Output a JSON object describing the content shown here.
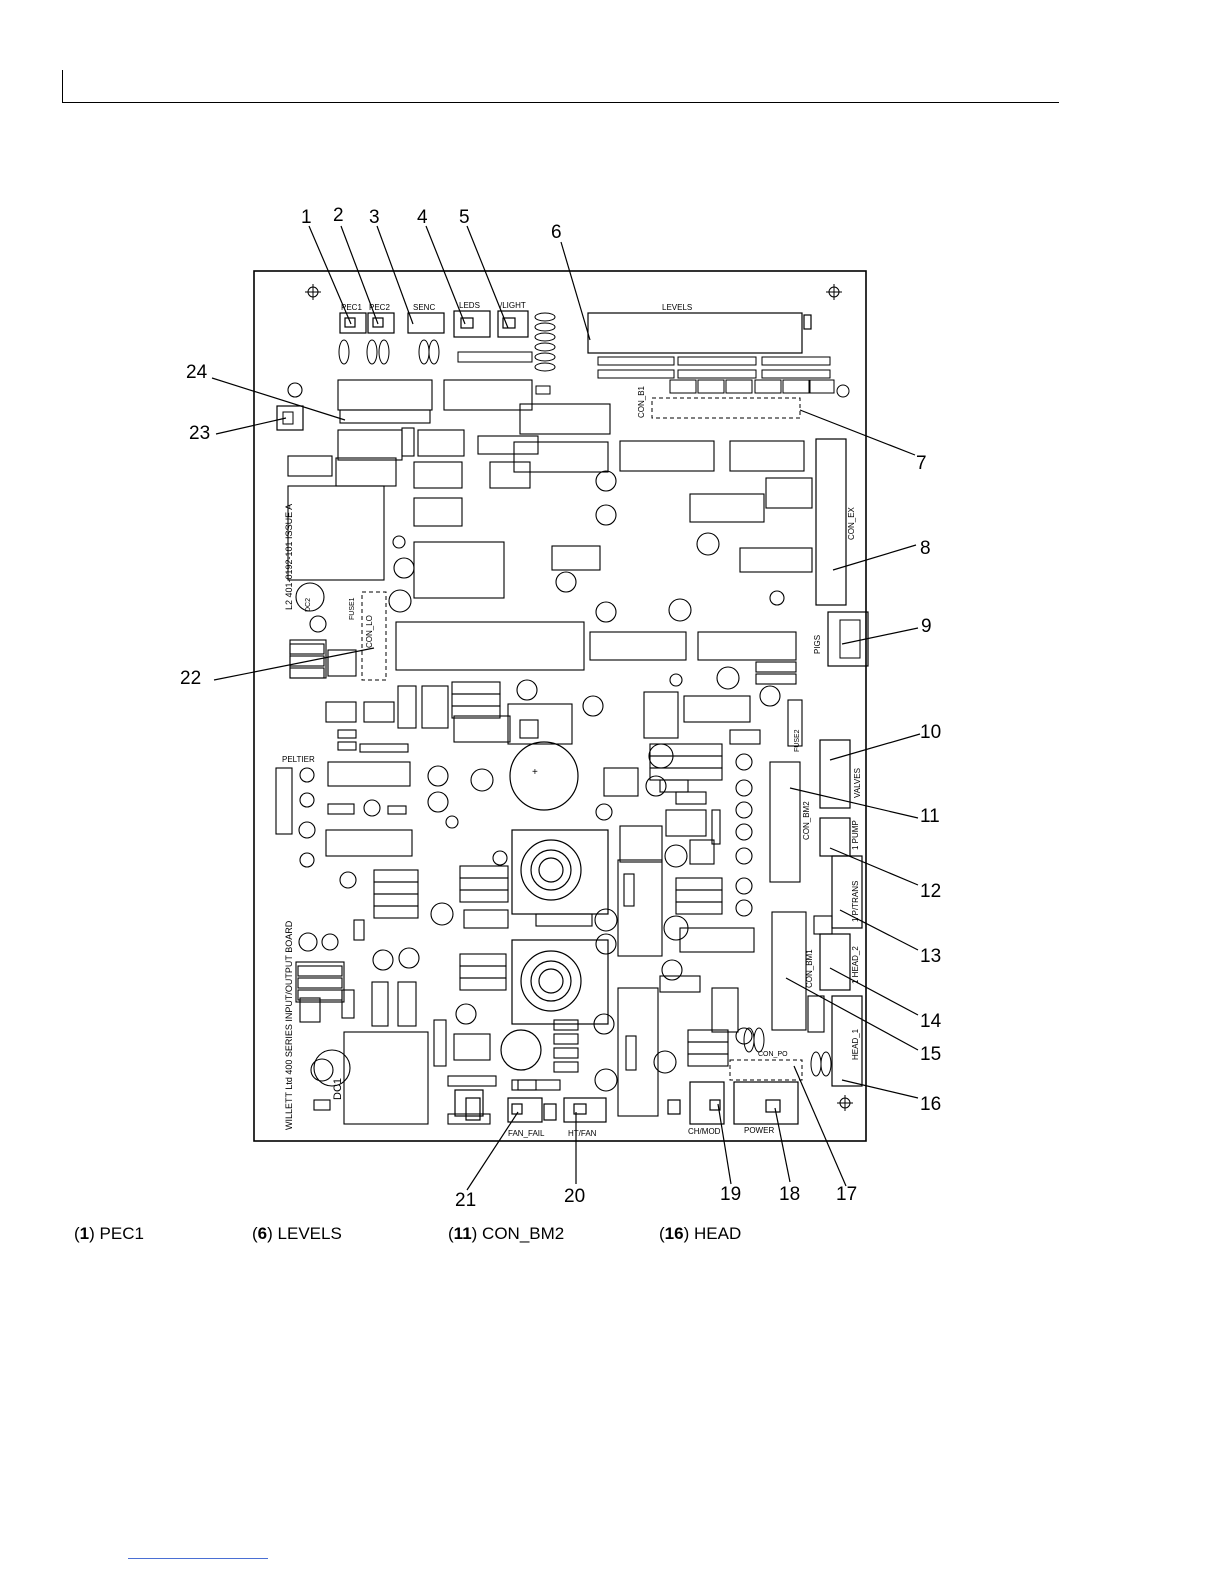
{
  "callouts": [
    "1",
    "2",
    "3",
    "4",
    "5",
    "6",
    "7",
    "8",
    "9",
    "10",
    "11",
    "12",
    "13",
    "14",
    "15",
    "16",
    "17",
    "18",
    "19",
    "20",
    "21",
    "22",
    "23",
    "24"
  ],
  "connectors": {
    "pec1": "PEC1",
    "pec2": "PEC2",
    "senc": "SENC",
    "leds": "LEDS",
    "light": "/LIGHT",
    "levels": "LEVELS",
    "con_b1": "CON_B1",
    "con_ex": "CON_EX",
    "pigs": "PIGS",
    "valves": "VALVES",
    "con_bm2": "CON_BM2",
    "pump": "1 PUMP",
    "ptrans": "1 P/TRANS",
    "head2": "1 HEAD_2",
    "con_bm1": "CON_BM1",
    "head1": "HEAD_1",
    "con_po": "CON_PO",
    "power": "POWER",
    "chmod": "CH/MOD",
    "htfan": "HT/FAN",
    "fanfail": "FAN_FAIL",
    "con_lo": "CON_LO",
    "peltier": "PELTIER",
    "fuse1": "FUSE1",
    "fuse2": "FUSE2",
    "dc1": "DC1",
    "dc2": "DC2"
  },
  "board_text": {
    "issue": "L2 401-0192-101 ISSUE A",
    "maker": "WILLETT Ltd 400 SERIES INPUT/OUTPUT BOARD"
  },
  "legend": [
    {
      "num": "1",
      "label": "PEC1"
    },
    {
      "num": "6",
      "label": "LEVELS"
    },
    {
      "num": "11",
      "label": "CON_BM2"
    },
    {
      "num": "16",
      "label": "HEAD"
    }
  ]
}
